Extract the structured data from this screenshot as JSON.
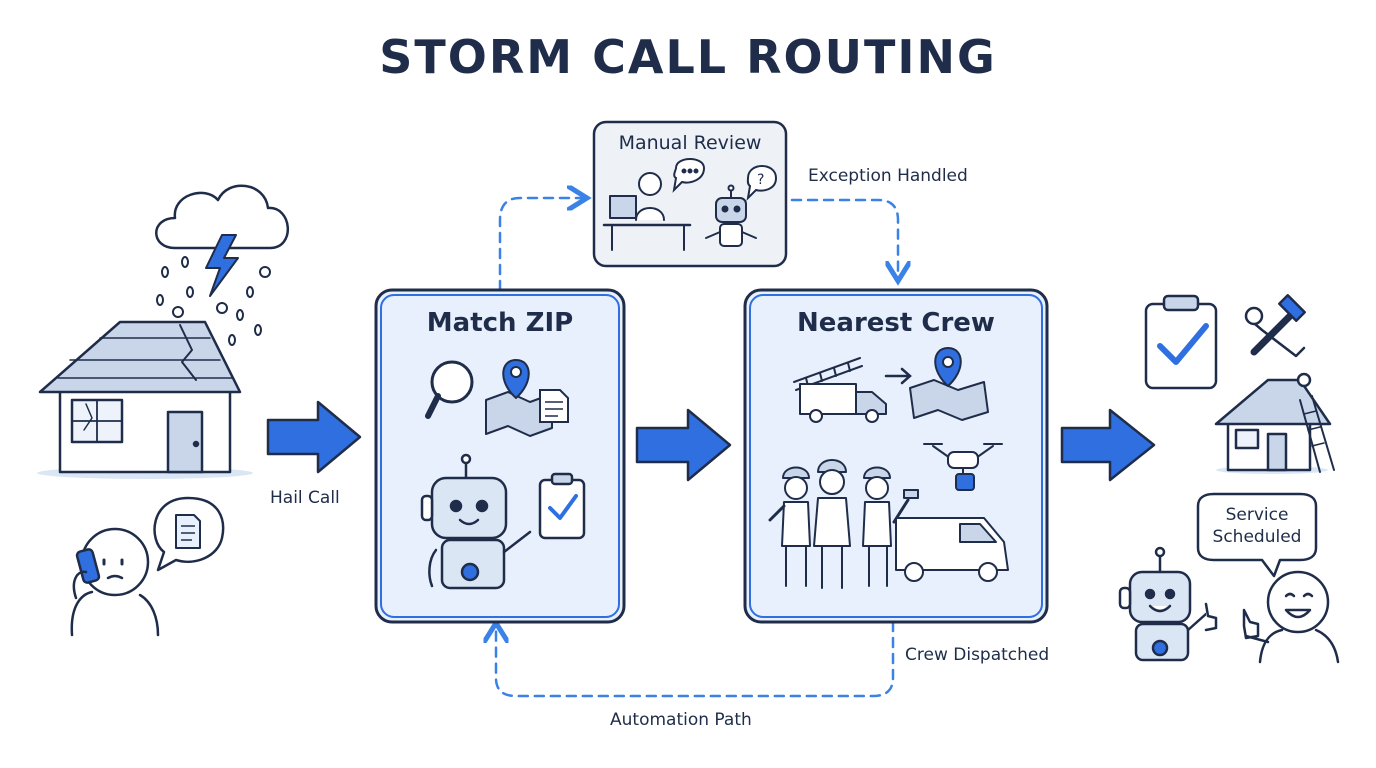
{
  "title": "STORM CALL ROUTING",
  "steps": {
    "match_zip": "Match ZIP",
    "nearest_crew": "Nearest Crew",
    "manual_review": "Manual Review"
  },
  "labels": {
    "hail_call": "Hail Call",
    "exception_handled": "Exception Handled",
    "crew_dispatched": "Crew Dispatched",
    "automation_path": "Automation Path"
  },
  "bubble": {
    "line1": "Service",
    "line2": "Scheduled"
  },
  "colors": {
    "ink": "#1f2d4a",
    "accent": "#2f6fe0",
    "box_fill": "#e7f0fc",
    "dashed": "#3b82e6"
  }
}
